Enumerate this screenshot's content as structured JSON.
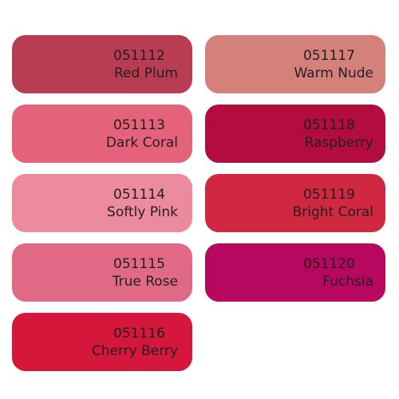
{
  "swatches": [
    {
      "code": "051112",
      "name": "Red Plum",
      "color": "#b83d52"
    },
    {
      "code": "051117",
      "name": "Warm Nude",
      "color": "#d4817c"
    },
    {
      "code": "051113",
      "name": "Dark Coral",
      "color": "#e4627a"
    },
    {
      "code": "051118",
      "name": "Raspberry",
      "color": "#b20d3e"
    },
    {
      "code": "051114",
      "name": "Softly Pink",
      "color": "#ec8b9d"
    },
    {
      "code": "051119",
      "name": "Bright Coral",
      "color": "#d02841"
    },
    {
      "code": "051115",
      "name": "True Rose",
      "color": "#e06a86"
    },
    {
      "code": "051120",
      "name": "Fuchsia",
      "color": "#b8075e"
    },
    {
      "code": "051116",
      "name": "Cherry Berry",
      "color": "#d5173b"
    }
  ]
}
